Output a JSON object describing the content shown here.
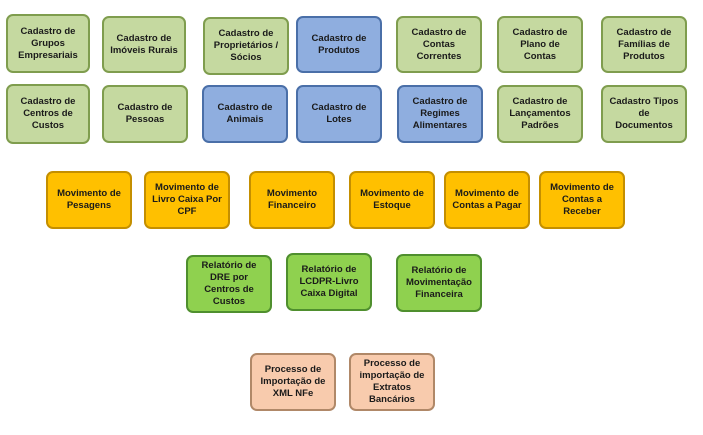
{
  "cadastros_row1": [
    {
      "label": "Cadastro de\nGrupos\nEmpresariais",
      "color": "green-light"
    },
    {
      "label": "Cadastro de\nImóveis Rurais",
      "color": "green-light"
    },
    {
      "label": "Cadastro de\nProprietários /\nSócios",
      "color": "green-light"
    },
    {
      "label": "Cadastro de\nProdutos",
      "color": "blue"
    },
    {
      "label": "Cadastro de\nContas\nCorrentes",
      "color": "green-light"
    },
    {
      "label": "Cadastro de\nPlano de\nContas",
      "color": "green-light"
    },
    {
      "label": "Cadastro de\nFamílias de\nProdutos",
      "color": "green-light"
    }
  ],
  "cadastros_row2": [
    {
      "label": "Cadastro de\nCentros de\nCustos",
      "color": "green-light"
    },
    {
      "label": "Cadastro de\nPessoas",
      "color": "green-light"
    },
    {
      "label": "Cadastro de\nAnimais",
      "color": "blue"
    },
    {
      "label": "Cadastro de\nLotes",
      "color": "blue"
    },
    {
      "label": "Cadastro de\nRegimes\nAlimentares",
      "color": "blue"
    },
    {
      "label": "Cadastro de\nLançamentos\nPadrões",
      "color": "green-light"
    },
    {
      "label": "Cadastro Tipos\nde Documentos",
      "color": "green-light"
    }
  ],
  "movimentos": [
    {
      "label": "Movimento de\nPesagens",
      "color": "orange"
    },
    {
      "label": "Movimento de\nLivro Caixa Por\nCPF",
      "color": "orange"
    },
    {
      "label": "Movimento\nFinanceiro",
      "color": "orange"
    },
    {
      "label": "Movimento de\nEstoque",
      "color": "orange"
    },
    {
      "label": "Movimento de\nContas a Pagar",
      "color": "orange"
    },
    {
      "label": "Movimento de\nContas a\nReceber",
      "color": "orange"
    }
  ],
  "relatorios": [
    {
      "label": "Relatório de\nDRE por\nCentros de\nCustos",
      "color": "green"
    },
    {
      "label": "Relatório de\nLCDPR-Livro\nCaixa Digital",
      "color": "green"
    },
    {
      "label": "Relatório de\nMovimentação\nFinanceira",
      "color": "green"
    }
  ],
  "processos": [
    {
      "label": "Processo de\nImportação de\nXML NFe",
      "color": "peach"
    },
    {
      "label": "Processo de\nimportação de\nExtratos\nBancários",
      "color": "peach"
    }
  ],
  "colors": {
    "green-light": "#c5d9a0",
    "blue": "#8faedf",
    "orange": "#ffc000",
    "green": "#8fd14f",
    "peach": "#f8cbad"
  }
}
